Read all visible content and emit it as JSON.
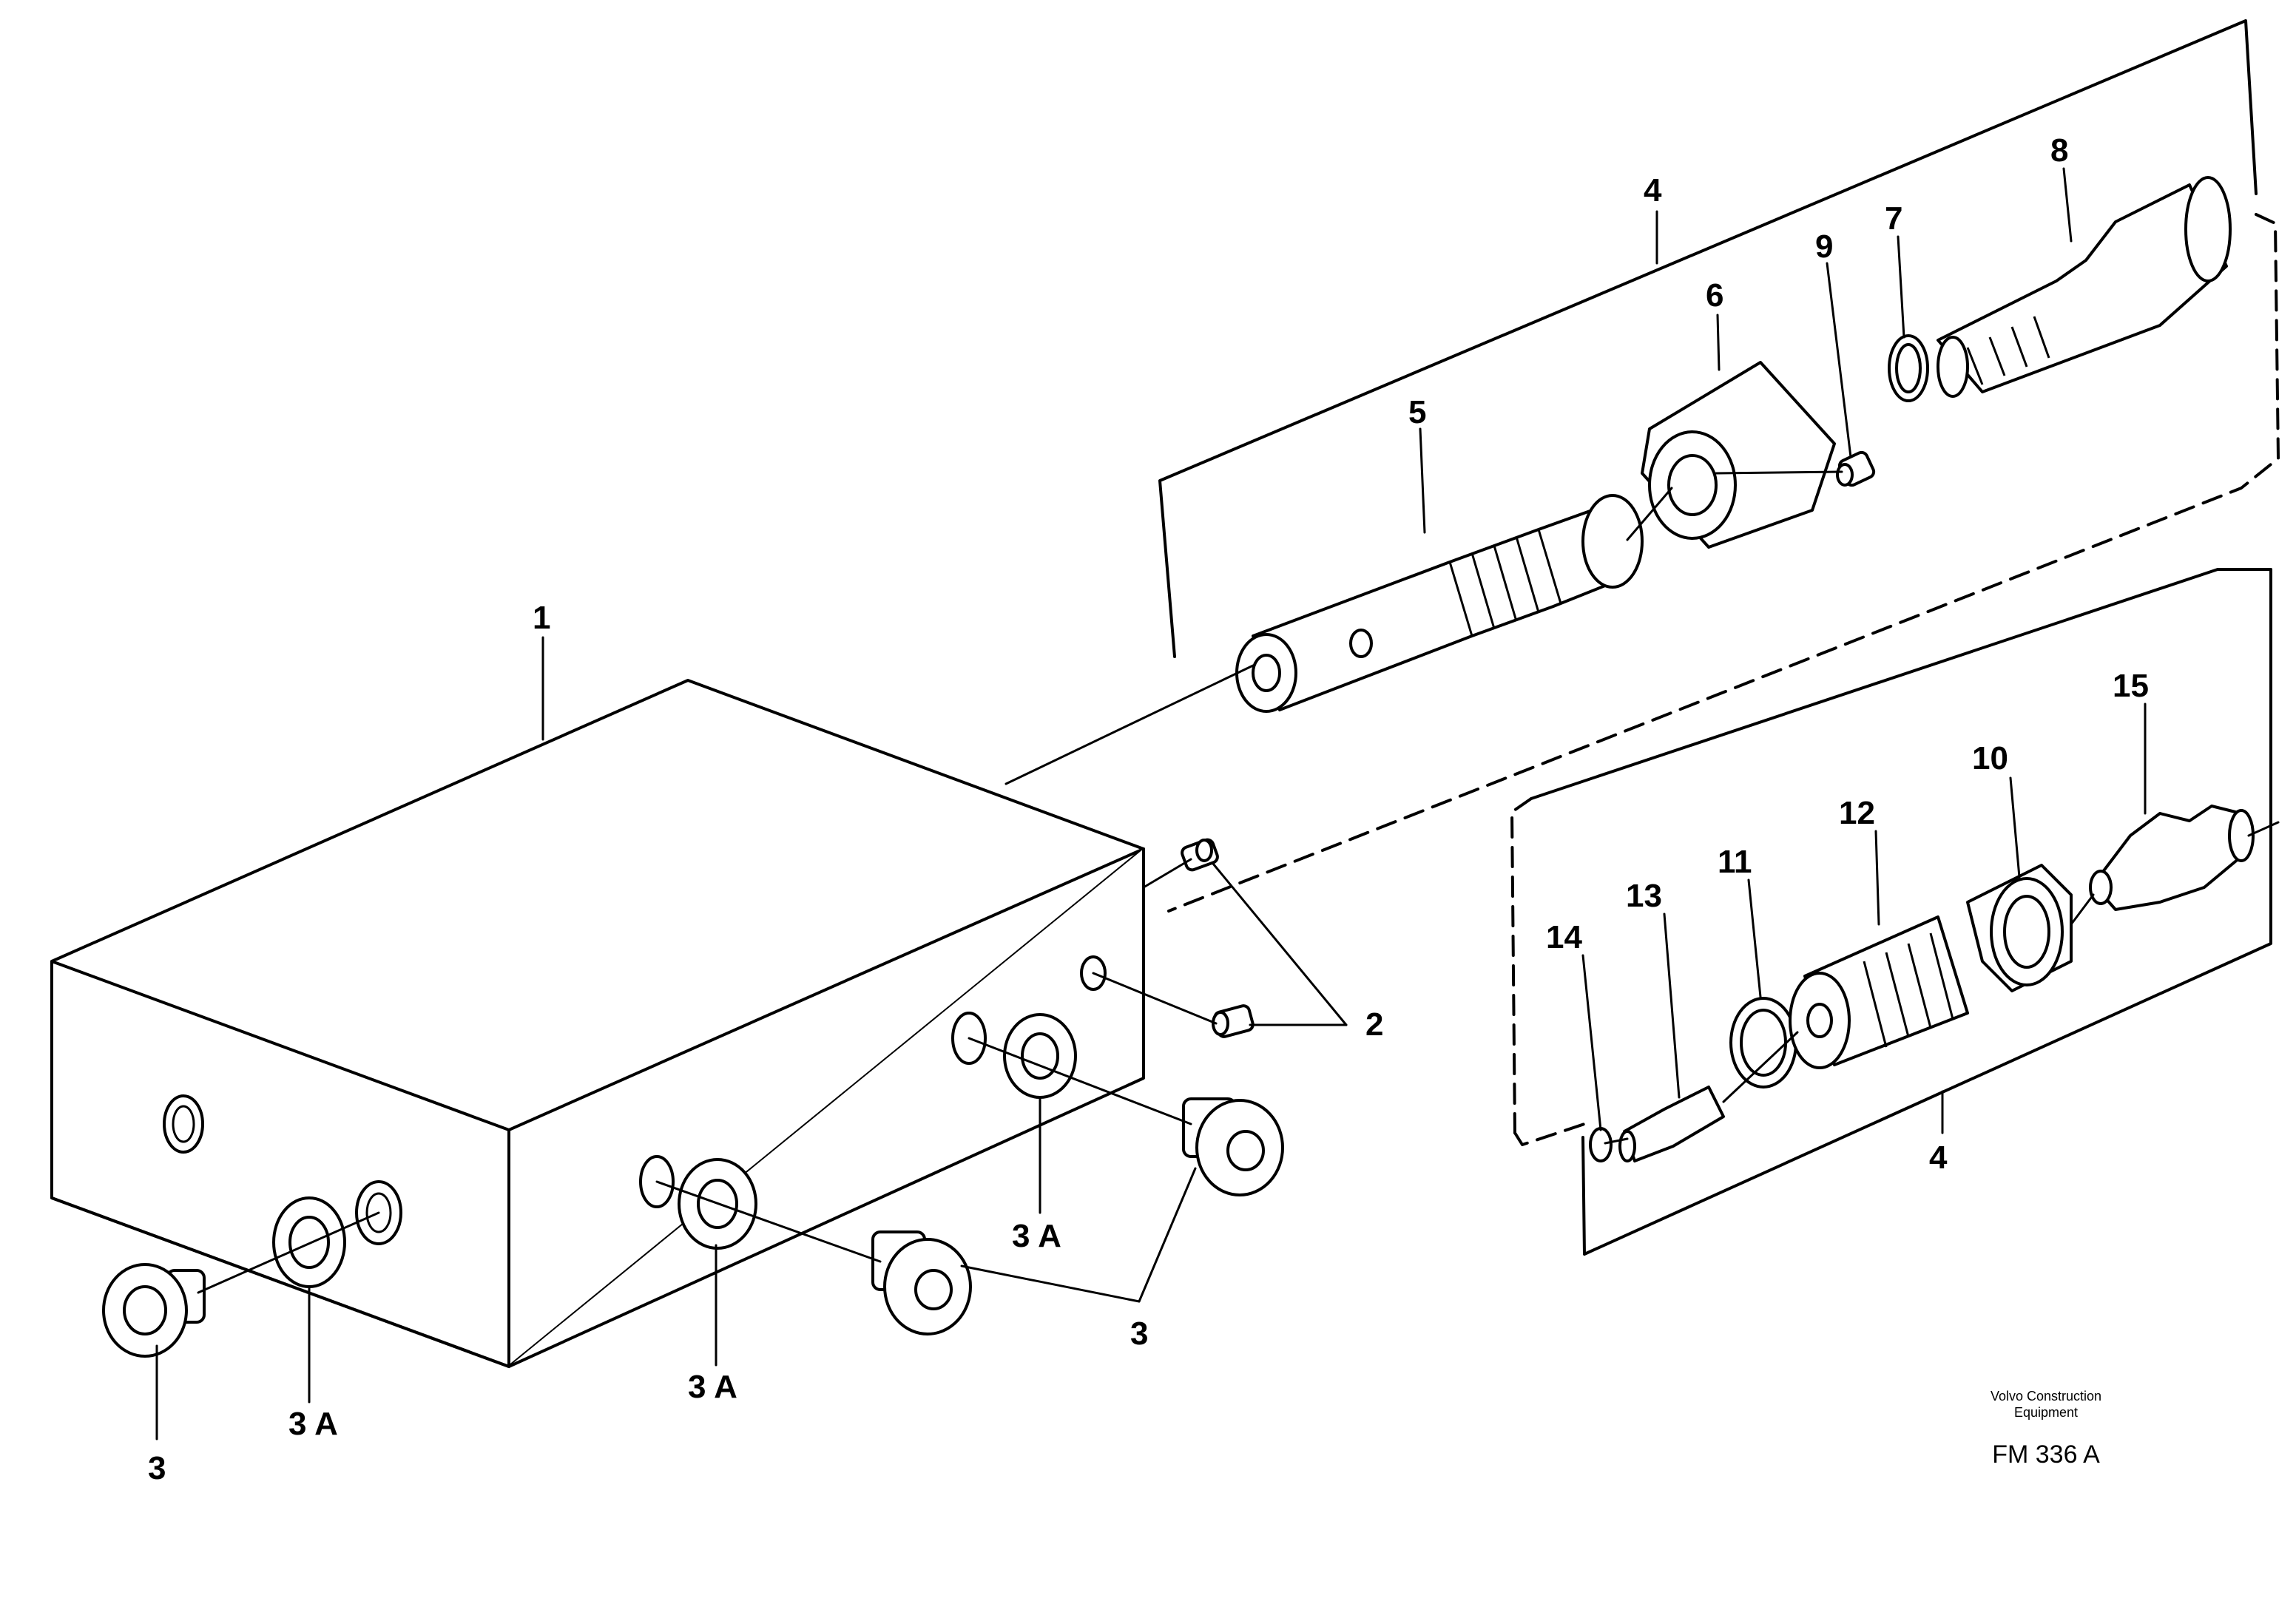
{
  "labels": {
    "p1": "1",
    "p2": "2",
    "p3_a": "3",
    "p3_b": "3",
    "p3a_a": "3 A",
    "p3a_b": "3 A",
    "p3a_c": "3 A",
    "p4_top": "4",
    "p4_bottom": "4",
    "p5": "5",
    "p6": "6",
    "p7": "7",
    "p8": "8",
    "p9": "9",
    "p10": "10",
    "p11": "11",
    "p12": "12",
    "p13": "13",
    "p14": "14",
    "p15": "15"
  },
  "footer": {
    "maker_line1": "Volvo Construction",
    "maker_line2": "Equipment",
    "figure_code": "FM  336 A"
  }
}
